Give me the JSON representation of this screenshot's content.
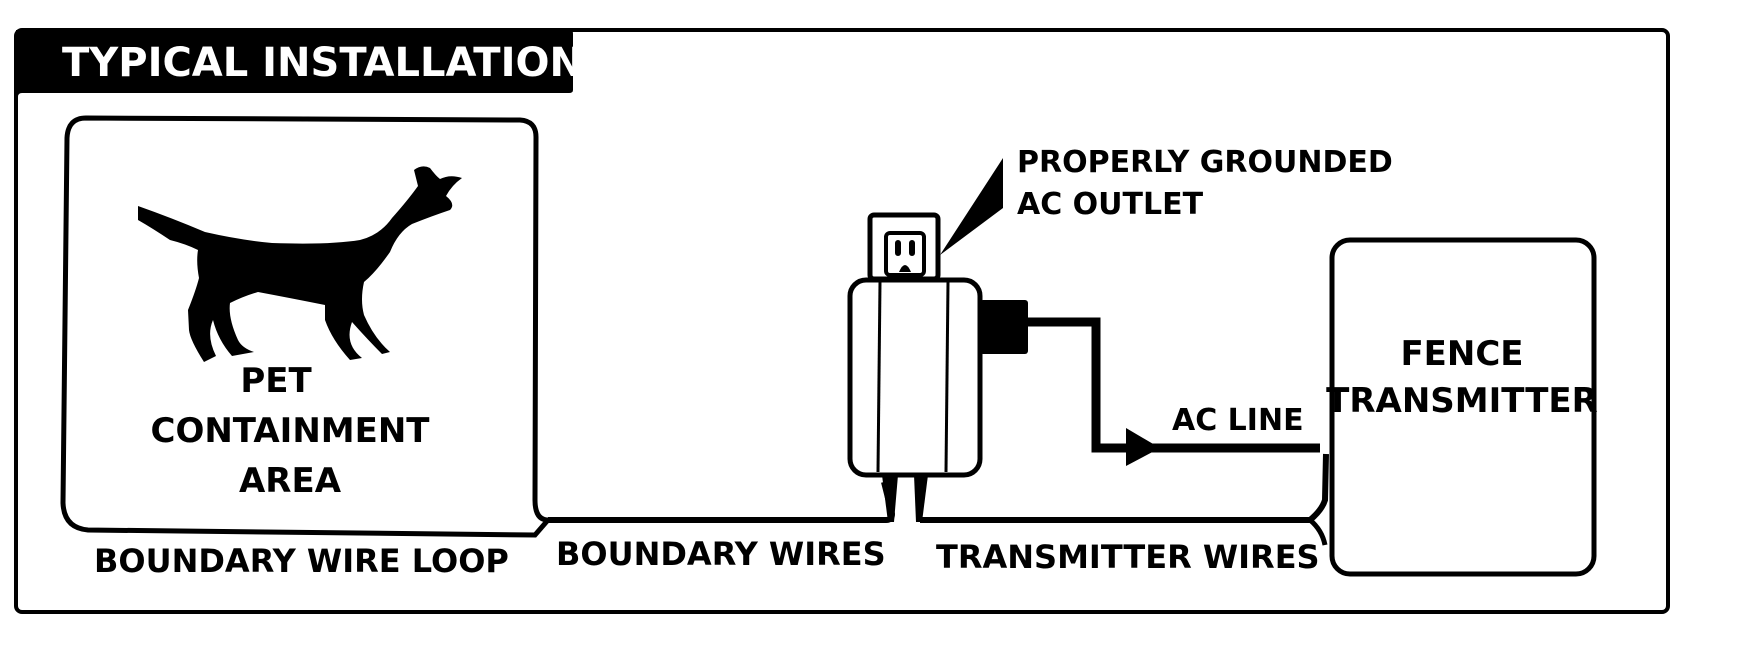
{
  "diagram": {
    "title": "TYPICAL INSTALLATION",
    "pet_area": {
      "lines": [
        "PET",
        "CONTAINMENT",
        "AREA"
      ],
      "icon": "dog-silhouette-icon"
    },
    "outlet_callout": {
      "lines": [
        "PROPERLY GROUNDED",
        "AC OUTLET"
      ],
      "icon": "wall-outlet-icon"
    },
    "transmitter": {
      "lines": [
        "FENCE",
        "TRANSMITTER"
      ]
    },
    "wire_labels": {
      "boundary_loop": "BOUNDARY WIRE LOOP",
      "boundary_wires": "BOUNDARY WIRES",
      "transmitter_wires": "TRANSMITTER WIRES",
      "ac_line": "AC LINE"
    },
    "colors": {
      "ink": "#000000",
      "paper": "#ffffff"
    }
  }
}
